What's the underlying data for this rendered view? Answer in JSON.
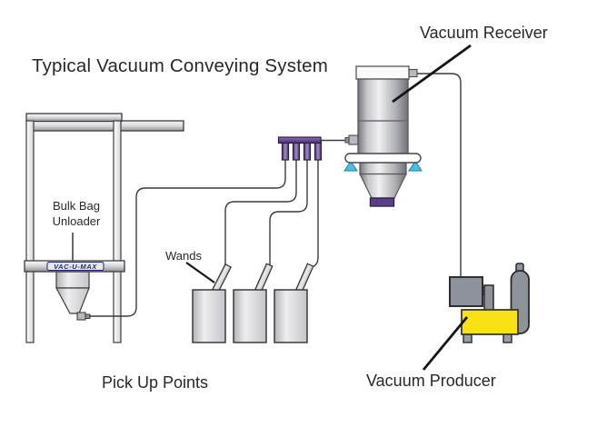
{
  "title": "Typical Vacuum Conveying System",
  "labels": {
    "vacuum_receiver": "Vacuum Receiver",
    "vacuum_producer": "Vacuum Producer",
    "pick_up_points": "Pick Up Points",
    "wands": "Wands",
    "bulk_bag_line1": "Bulk Bag",
    "bulk_bag_line2": "Unloader",
    "brand": "VAC-U-MAX"
  },
  "colors": {
    "accent_purple": "#6b4f96",
    "machine_gray": "#8e929b",
    "producer_yellow": "#f8e216",
    "valve_teal": "#47c1dd",
    "brand_navy": "#1b2a72",
    "text_dark": "#2b2728"
  }
}
